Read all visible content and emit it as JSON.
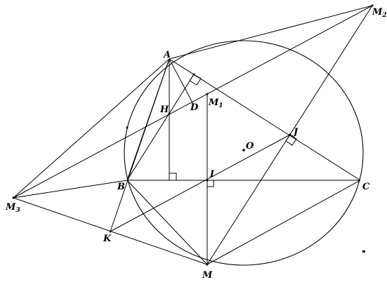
{
  "labels": {
    "A": "A",
    "B": "B",
    "C": "C",
    "D": "D",
    "H": "H",
    "I": "I",
    "J": "J",
    "K": "K",
    "M": "M",
    "O": "O",
    "M1": {
      "main": "M",
      "sub": "1"
    },
    "M2": {
      "main": "M",
      "sub": "2"
    },
    "M3": {
      "main": "M",
      "sub": "3"
    }
  }
}
